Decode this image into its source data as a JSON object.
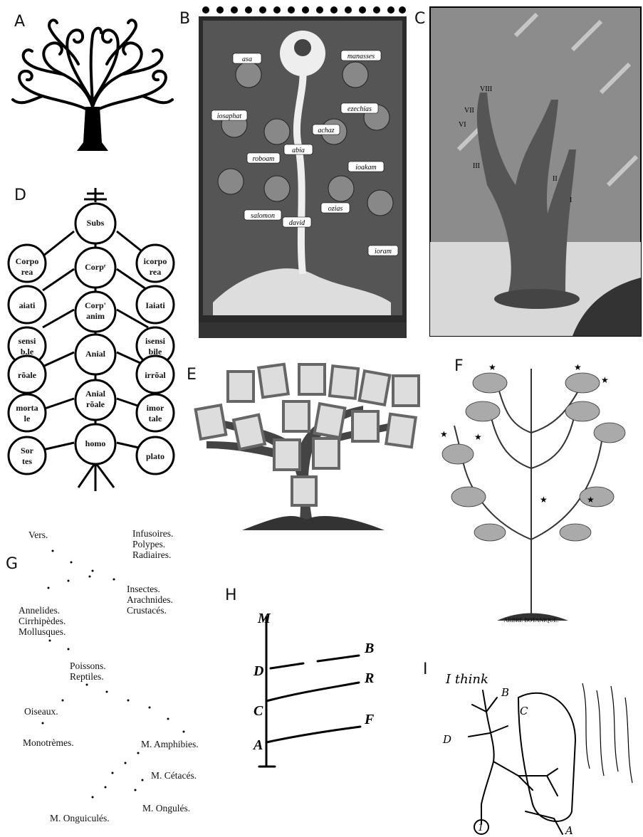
{
  "panels": {
    "A": {
      "label": "A"
    },
    "B": {
      "label": "B",
      "banners": [
        "asa",
        "manasses",
        "ezechias",
        "iosaphat",
        "roboam",
        "abia",
        "achaz",
        "ioakam",
        "salomon",
        "david",
        "ozias",
        "ioram"
      ]
    },
    "C": {
      "label": "C",
      "roman": [
        "VIII",
        "VII",
        "VI",
        "III",
        "II",
        "I"
      ]
    },
    "D": {
      "label": "D",
      "center": [
        "Subs",
        "Corpʳ",
        "Corp'\nanim",
        "Anial",
        "Anial\nrõale",
        "homo"
      ],
      "left": [
        "Corpo\nrea",
        "aiati",
        "sensi\nb.le",
        "rõale",
        "morta\nle",
        "Sor\ntes"
      ],
      "right": [
        "icorpo\nrea",
        "Iaiati",
        "isensi\nbile",
        "irrõal",
        "imor\ntale",
        "plato"
      ]
    },
    "E": {
      "label": "E"
    },
    "F": {
      "label": "F",
      "caption": "ARBRE BOTANIQUE."
    },
    "G": {
      "label": "G",
      "labels": [
        "Vers.",
        "Infusoires.\nPolypes.\nRadiaires.",
        "Insectes.\nArachnides.\nCrustacés.",
        "Annelides.\nCirrhipèdes.\nMollusques.",
        "Poissons.\nReptiles.",
        "Oiseaux.",
        "Monotrèmes.",
        "M. Amphibies.",
        "M. Cétacés.",
        "M. Ongulés.",
        "M. Onguiculés."
      ]
    },
    "H": {
      "label": "H",
      "letters": [
        "M",
        "D",
        "C",
        "A",
        "B",
        "R",
        "F"
      ]
    },
    "I": {
      "label": "I",
      "think": "I think",
      "letters": [
        "B",
        "D",
        "C",
        "A"
      ],
      "circled": "1"
    }
  }
}
